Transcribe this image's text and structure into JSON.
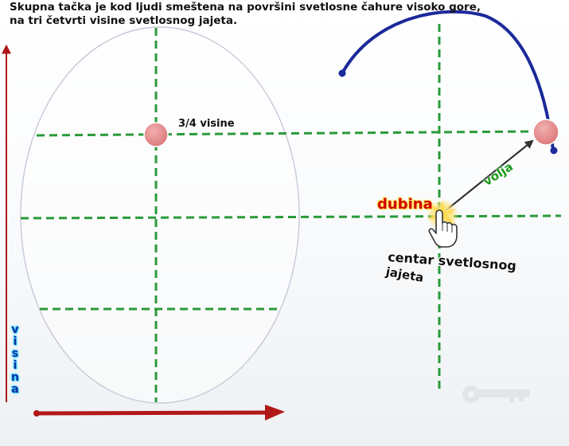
{
  "caption": {
    "line1": "Skupna tačka je kod ljudi smeštena na površini svetlosne čahure visoko gore,",
    "line2": "na tri četvrti visine svetlosnog jajeta."
  },
  "labels": {
    "quarter_height": "3/4 visine",
    "depth": "dubina",
    "will": "volja",
    "center_line1": "centar svetlosnog",
    "center_line2": "jajeta",
    "height_axis": [
      "v",
      "i",
      "s",
      "i",
      "n",
      "a"
    ]
  },
  "colors": {
    "egg_outline": "#c8c8d8",
    "dashed_grid": "#2a9a3a",
    "point_fill": "#e88a8a",
    "arc": "#1c2a9a",
    "axis_arrow": "#b01818",
    "connector_arrow": "#333333",
    "depth_text": "#d10000",
    "will_text": "#1a9a1a",
    "height_text": "#1030a0"
  },
  "icons": [
    "hand-pointer-icon",
    "key-watermark-icon"
  ]
}
